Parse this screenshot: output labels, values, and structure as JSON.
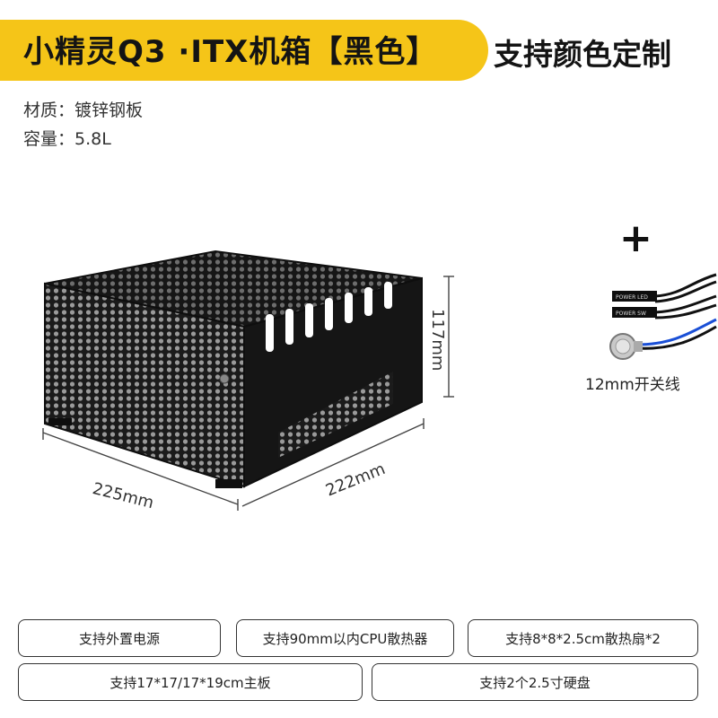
{
  "title": {
    "main": "小精灵Q3 ·ITX机箱【黑色】",
    "extra": "支持颜色定制"
  },
  "specs": [
    "材质：镀锌钢板",
    "容量：5.8L"
  ],
  "dimensions": {
    "length": "225mm",
    "width": "222mm",
    "height": "117mm"
  },
  "accessory": {
    "plus": "+",
    "label": "12mm开关线",
    "wire_tag_1": "POWER LED",
    "wire_tag_2": "POWER SW"
  },
  "features": [
    "支持外置电源",
    "支持90mm以内CPU散热器",
    "支持8*8*2.5cm散热扇*2",
    "支持17*17/17*19cm主板",
    "支持2个2.5寸硬盘"
  ],
  "colors": {
    "banner": "#f5c518",
    "case": "#1a1a1a",
    "border": "#333333"
  }
}
